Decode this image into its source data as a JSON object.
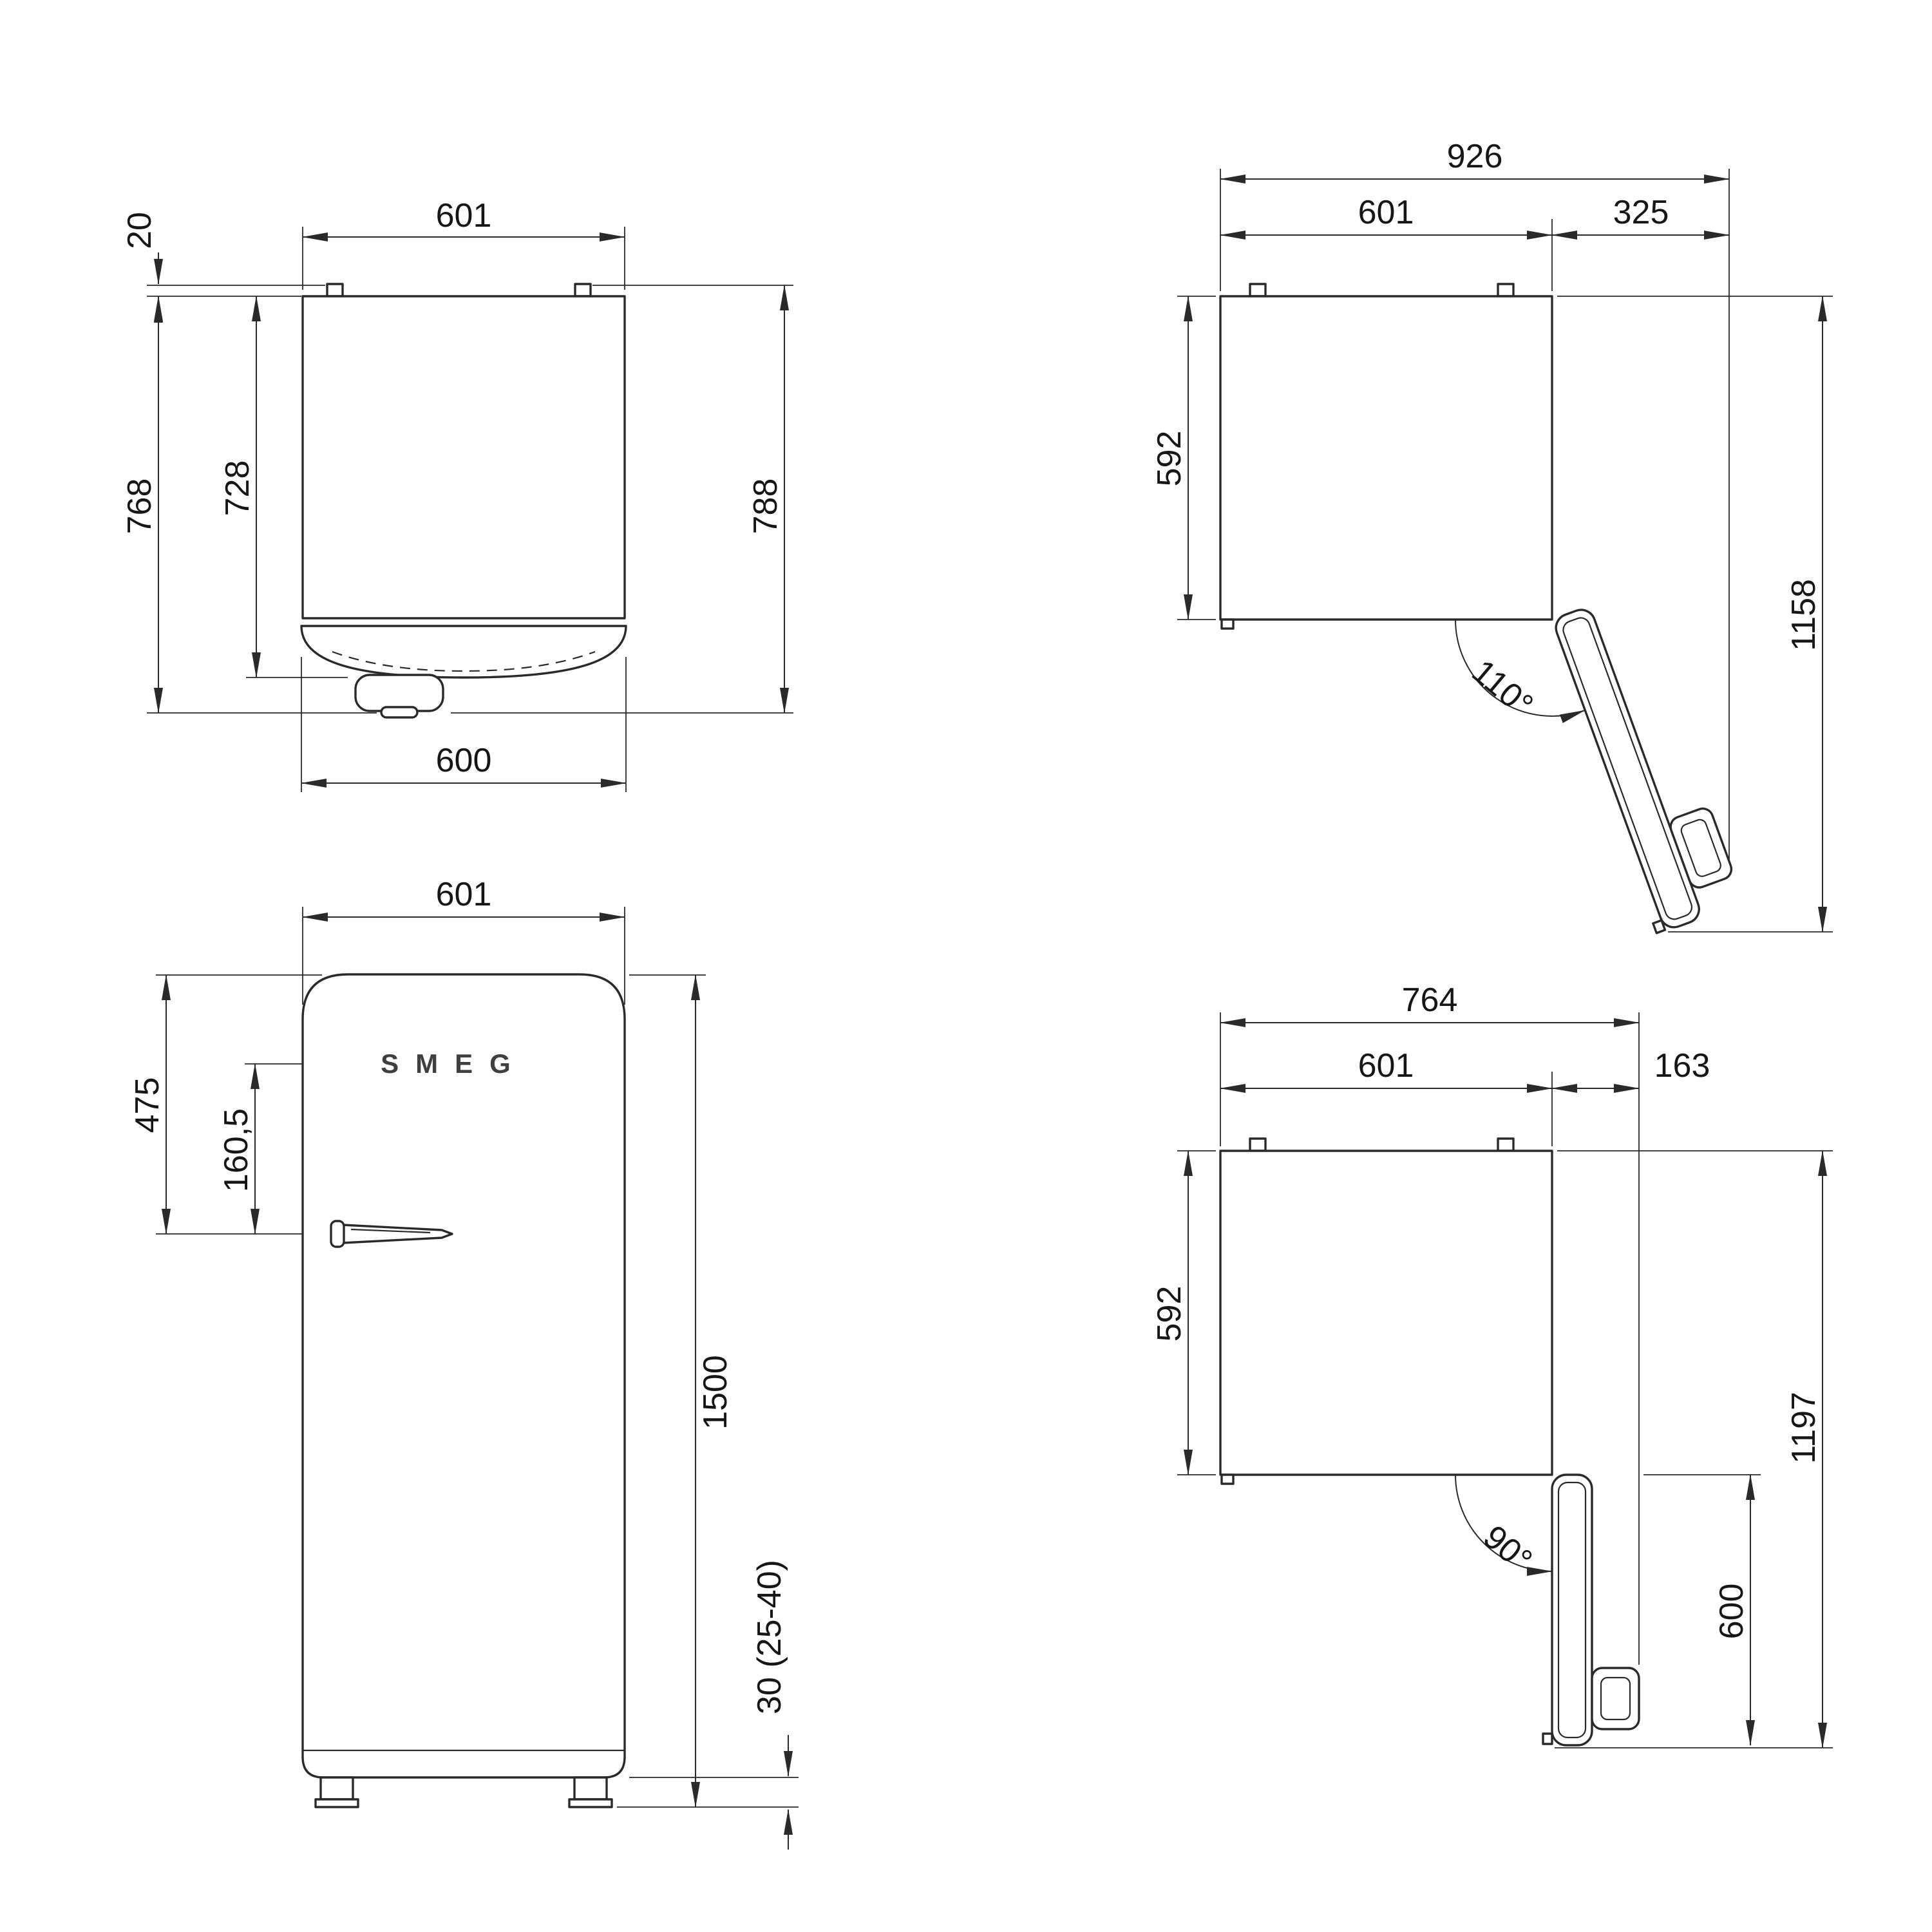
{
  "drawing": {
    "background": "#ffffff",
    "line_color": "#2a2a2a",
    "brand_logo": "SMEG"
  },
  "views": {
    "top_closed": {
      "label": "top-view-door-closed",
      "dims": {
        "body_width": "601",
        "hinge_projection": "20",
        "depth_to_handle_front": "768",
        "depth_body": "728",
        "depth_overall": "788",
        "door_width": "600"
      }
    },
    "top_open_110": {
      "label": "top-view-door-open-110",
      "dims": {
        "overall_width": "926",
        "body_width": "601",
        "door_side_clearance": "325",
        "body_depth": "592",
        "overall_depth": "1158",
        "door_angle": "110°"
      }
    },
    "front": {
      "label": "front-view",
      "dims": {
        "width": "601",
        "handle_height_from_top": "475",
        "logo_to_handle": "160,5",
        "overall_height": "1500",
        "feet_height": "30 (25-40)"
      }
    },
    "top_open_90": {
      "label": "top-view-door-open-90",
      "dims": {
        "overall_width": "764",
        "body_width": "601",
        "door_side_clearance": "163",
        "body_depth": "592",
        "overall_depth": "1197",
        "door_projection": "600",
        "door_angle": "90°"
      }
    }
  }
}
